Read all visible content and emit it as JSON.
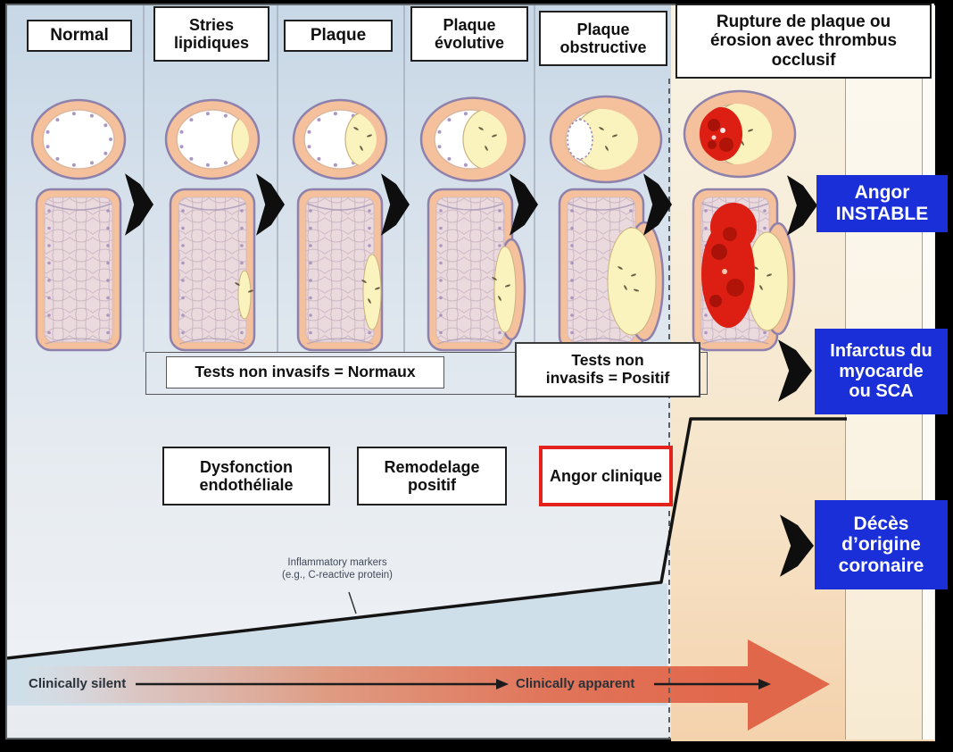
{
  "stages": [
    {
      "label": "Normal"
    },
    {
      "label": "Stries lipidiques"
    },
    {
      "label": "Plaque"
    },
    {
      "label": "Plaque évolutive"
    },
    {
      "label": "Plaque obstructive"
    },
    {
      "label": "Rupture de plaque ou érosion avec thrombus occlusif"
    }
  ],
  "tests": {
    "normaux": "Tests non invasifs = Normaux",
    "positif_lines": [
      "Tests non",
      "invasifs = Positif"
    ]
  },
  "findings": [
    {
      "label": "Dysfonction endothéliale",
      "highlighted": false
    },
    {
      "label": "Remodelage positif",
      "highlighted": false
    },
    {
      "label": "Angor clinique",
      "highlighted": true
    }
  ],
  "outcomes": [
    {
      "lines": [
        "Angor",
        "INSTABLE"
      ]
    },
    {
      "lines": [
        "Infarctus du",
        "myocarde",
        "ou SCA"
      ]
    },
    {
      "lines": [
        "Décès",
        "d’origine",
        "coronaire"
      ]
    }
  ],
  "annotations": {
    "inflammatory_lines": [
      "Inflammatory markers",
      "(e.g., C-reactive protein)"
    ],
    "clinically_silent": "Clinically silent",
    "clinically_apparent": "Clinically apparent"
  },
  "colors": {
    "outcome_blue": "#1b2fd9",
    "highlight_red": "#e3221b",
    "arrow_salmon": "#e0674a",
    "thrombus_red": "#dc1f12",
    "plaque_yellow": "#fbf3bd"
  }
}
